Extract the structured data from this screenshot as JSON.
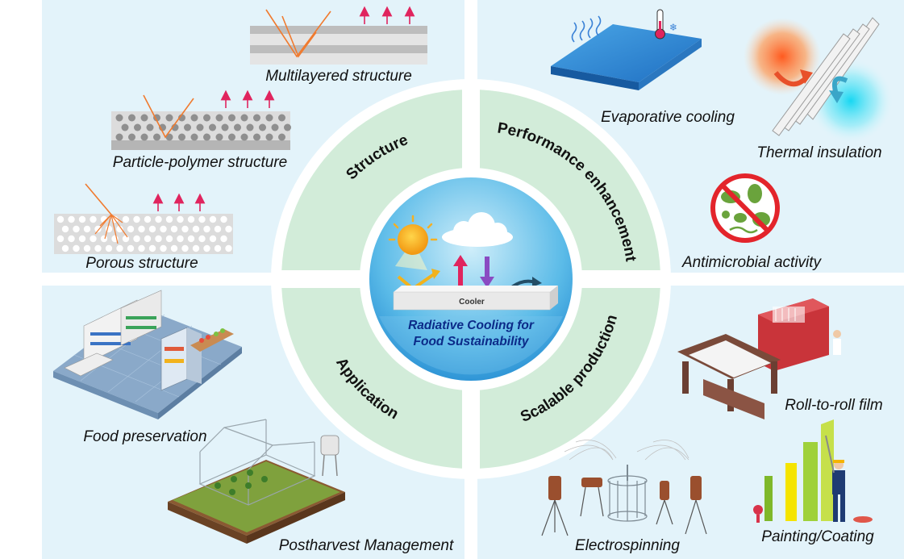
{
  "center": {
    "title_line1": "Radiative Cooling for",
    "title_line2": "Food Sustainability",
    "plate_label": "Cooler"
  },
  "ring": {
    "structure": "Structure",
    "performance": "Performance enhancement",
    "application": "Application",
    "scalable": "Scalable production"
  },
  "quadrants": {
    "structure": {
      "multilayered": "Multilayered structure",
      "particle_polymer": "Particle-polymer structure",
      "porous": "Porous structure"
    },
    "performance": {
      "evaporative": "Evaporative cooling",
      "thermal": "Thermal insulation",
      "antimicrobial": "Antimicrobial activity"
    },
    "application": {
      "food_preservation": "Food preservation",
      "postharvest": "Postharvest Management"
    },
    "scalable": {
      "roll": "Roll-to-roll film",
      "electrospinning": "Electrospinning",
      "painting": "Painting/Coating"
    }
  },
  "colors": {
    "panel_bg": "#e3f3fa",
    "ring_green": "#d2ecd9",
    "arrow_red": "#e0245e",
    "arrow_orange": "#f07a2e"
  }
}
